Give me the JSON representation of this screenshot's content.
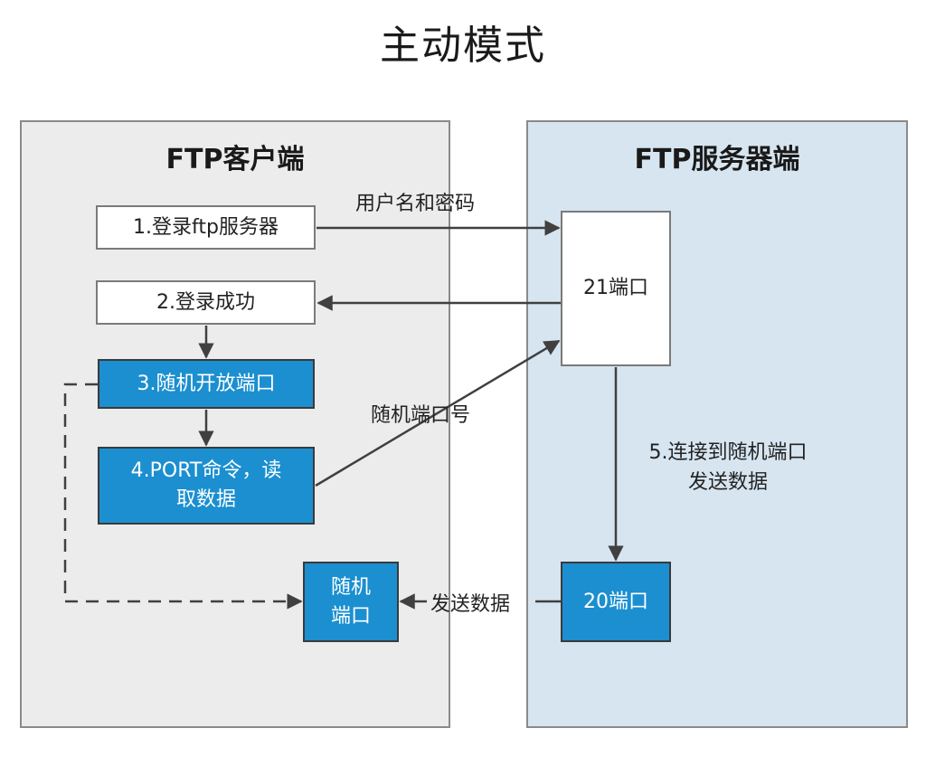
{
  "title": "主动模式",
  "client": {
    "title": "FTP客户端",
    "step1": "1.登录ftp服务器",
    "step2": "2.登录成功",
    "step3": "3.随机开放端口",
    "step4_line1": "4.PORT命令，读",
    "step4_line2": "取数据",
    "random_port_line1": "随机",
    "random_port_line2": "端口"
  },
  "server": {
    "title": "FTP服务器端",
    "port21": "21端口",
    "port20": "20端口"
  },
  "labels": {
    "credentials": "用户名和密码",
    "random_port_number": "随机端口号",
    "step5_line1": "5.连接到随机端口",
    "step5_line2": "发送数据",
    "send_data": "发送数据"
  }
}
